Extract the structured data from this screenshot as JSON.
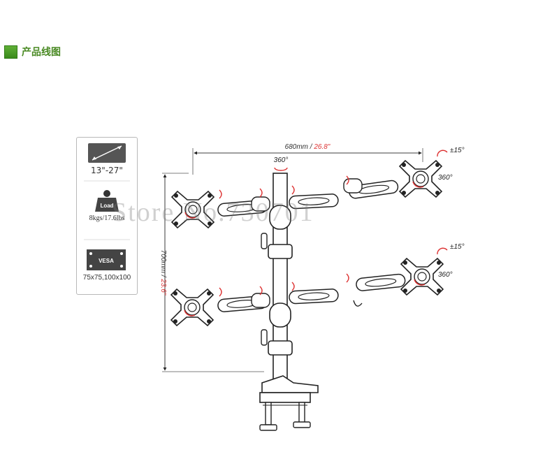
{
  "header": {
    "title": "产品线图",
    "accent_color": "#4a9a2a"
  },
  "specs": {
    "screen_size": "13\"-27\"",
    "load_weight_kg": "8kgs",
    "load_sep": "/",
    "load_weight_lbs": "17.6lbs",
    "load_icon_label": "Load",
    "vesa_icon_label": "VESA",
    "vesa_sizes": "75x75,100x100"
  },
  "dimensions": {
    "width_mm": "680mm",
    "width_sep": " / ",
    "width_in": "26.8\"",
    "height_mm": "700mm",
    "height_sep": " / ",
    "height_in": "23.6\"",
    "rotate_pole": "360°",
    "tilt_top": "±15°",
    "tilt_bottom": "±15°",
    "rotate_top": "360°",
    "rotate_bottom": "360°"
  },
  "watermark": "Store No.730701"
}
